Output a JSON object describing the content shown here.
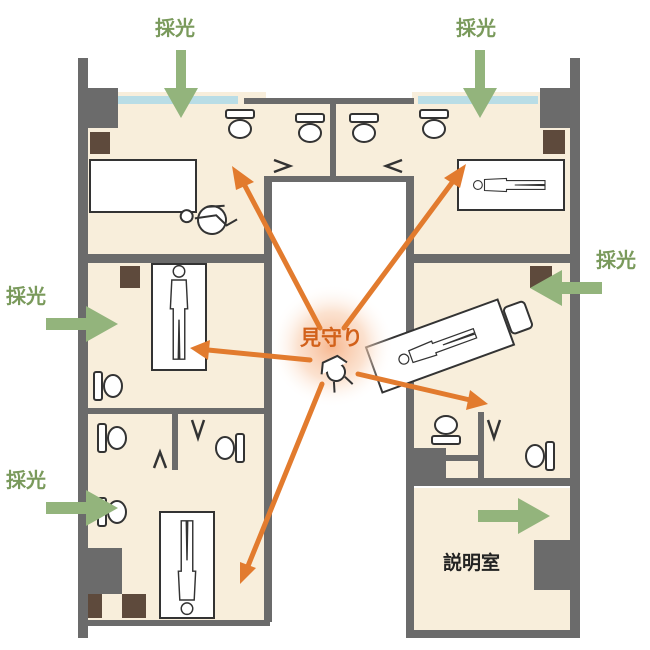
{
  "labels": {
    "lighting": "採光",
    "watch": "見守り",
    "explanation_room": "説明室"
  },
  "colors": {
    "wall": "#6b6b6b",
    "floor": "#f8eedb",
    "window": "#b9dde6",
    "light_arrow": "#93b47c",
    "watch_arrow": "#e27b2e",
    "watch_text": "#d2611a",
    "pillar": "#5e4a3c"
  },
  "icons": {
    "toilet": "toilet-icon",
    "bed": "bed-with-patient-icon",
    "wheelchair": "wheelchair-user-icon",
    "caregiver": "caregiver-icon",
    "door": "door-swing-icon"
  }
}
